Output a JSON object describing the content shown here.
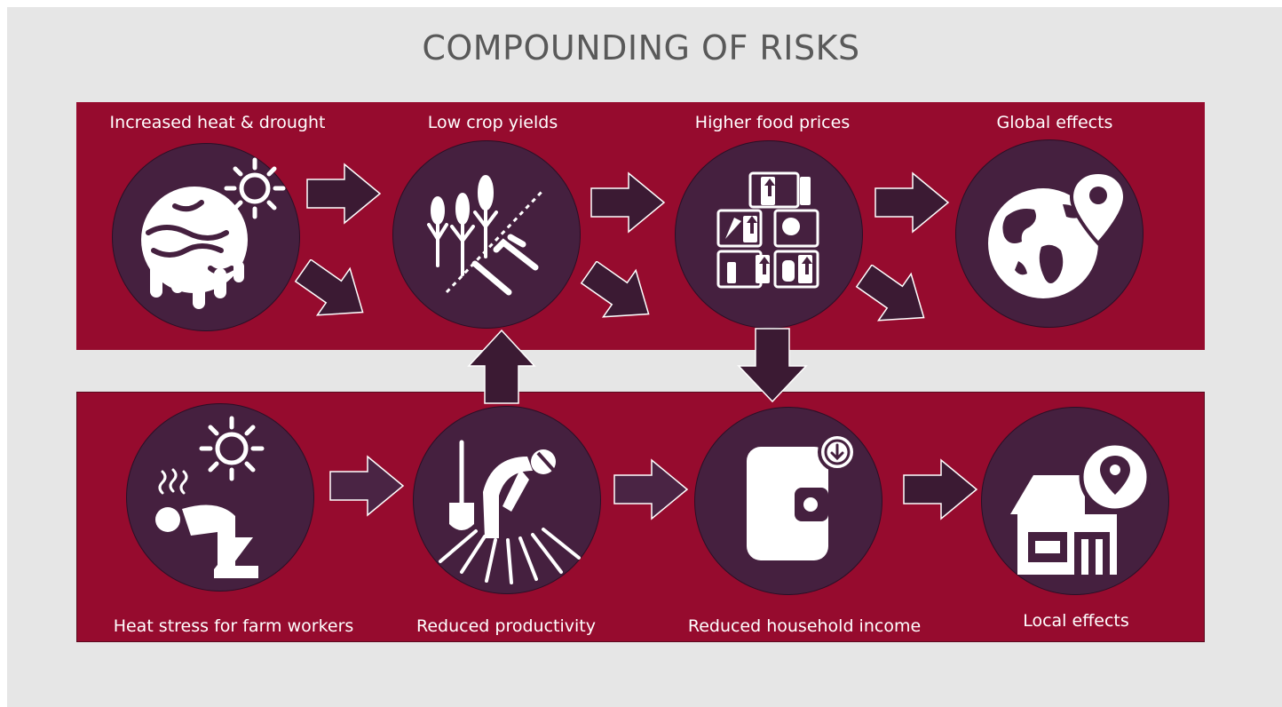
{
  "title": "COMPOUNDING OF RISKS",
  "colors": {
    "background": "#e6e6e6",
    "band": "#960b2e",
    "circle": "#45203f",
    "arrow": "#3b1a33",
    "text": "#ffffff",
    "title": "#595959"
  },
  "top_row": {
    "nodes": [
      {
        "label": "Increased heat & drought",
        "icon": "melting-globe-sun-icon"
      },
      {
        "label": "Low crop yields",
        "icon": "wheat-crop-icon"
      },
      {
        "label": "Higher food prices",
        "icon": "price-tags-icon"
      },
      {
        "label": "Global effects",
        "icon": "globe-location-icon"
      }
    ]
  },
  "bottom_row": {
    "nodes": [
      {
        "label": "Heat stress for farm workers",
        "icon": "heat-stressed-person-icon"
      },
      {
        "label": "Reduced productivity",
        "icon": "farm-worker-shovel-icon"
      },
      {
        "label": "Reduced household income",
        "icon": "wallet-down-icon"
      },
      {
        "label": "Local effects",
        "icon": "house-location-icon"
      }
    ]
  }
}
